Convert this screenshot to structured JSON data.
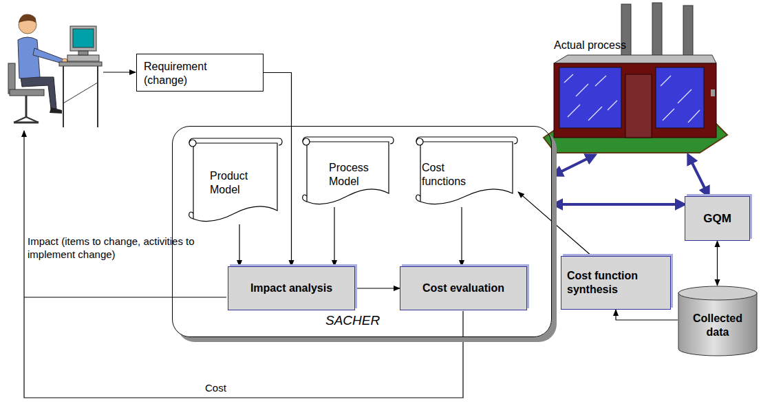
{
  "diagram": {
    "nodes": [
      {
        "text": [
          "Requirement (change)"
        ]
      },
      {
        "text": [
          "Actual process"
        ]
      },
      {
        "text": [
          "SACHER"
        ]
      },
      {
        "text": [
          "Product Model"
        ],
        "in": 2
      },
      {
        "text": [
          "Process Model"
        ],
        "in": 2
      },
      {
        "text": [
          "Cost functions"
        ],
        "in": 2
      },
      {
        "text": [
          "Impact analysis"
        ],
        "in": 2
      },
      {
        "text": [
          "Cost evaluation"
        ],
        "in": 2
      },
      {
        "text": [
          "GQM"
        ]
      },
      {
        "text": [
          "Cost function synthesis"
        ]
      },
      {
        "text": [
          "Collected data"
        ]
      }
    ],
    "edges": [
      {
        "from": 0,
        "to": 6,
        "arrow": "to"
      },
      {
        "from": 3,
        "to": 6,
        "arrow": "to"
      },
      {
        "from": 4,
        "to": 6,
        "arrow": "to"
      },
      {
        "from": 5,
        "to": 7,
        "arrow": "to"
      },
      {
        "from": 6,
        "to": 7,
        "arrow": "to"
      },
      {
        "from": 2,
        "to": 1,
        "arrow": "both"
      },
      {
        "from": 2,
        "to": 8,
        "arrow": "both"
      },
      {
        "from": 8,
        "to": 1,
        "arrow": "both"
      },
      {
        "from": 8,
        "to": 10,
        "arrow": "both"
      },
      {
        "from": 10,
        "to": 9,
        "arrow": "to"
      },
      {
        "from": 9,
        "to": 5,
        "arrow": "to"
      }
    ],
    "labels": [
      "Impact (items to change, activities to implement change)",
      "Cost"
    ]
  }
}
